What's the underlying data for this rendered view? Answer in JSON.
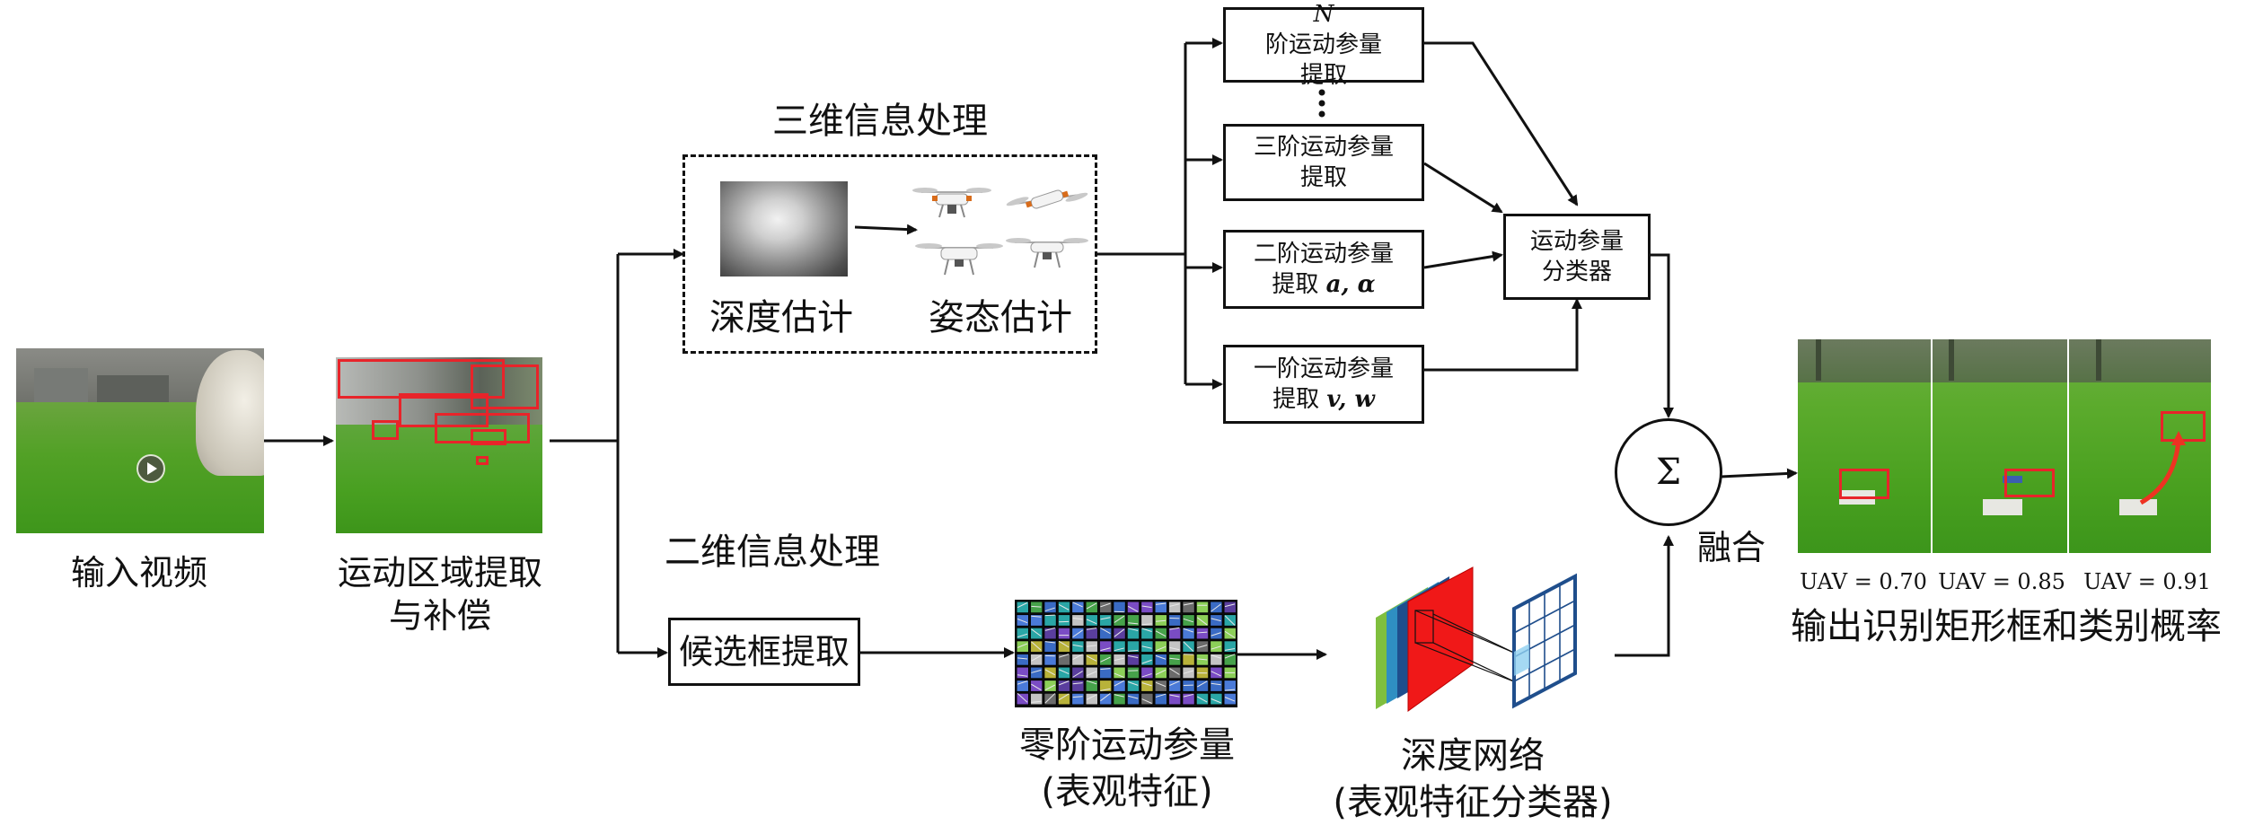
{
  "labels": {
    "input_video": "输入视频",
    "motion_region_line1": "运动区域提取",
    "motion_region_line2": "与补偿",
    "section_3d": "三维信息处理",
    "depth_estimation": "深度估计",
    "pose_estimation": "姿态估计",
    "section_2d": "二维信息处理",
    "candidate_box": "候选框提取",
    "zero_order_line1": "零阶运动参量",
    "zero_order_line2": "(表观特征)",
    "deep_net_line1": "深度网络",
    "deep_net_line2": "(表观特征分类器)",
    "fusion": "融合",
    "sigma": "Σ",
    "output": "输出识别矩形框和类别概率"
  },
  "motion_boxes": {
    "nth_var": "N",
    "nth_line1": " 阶运动参量",
    "nth_line2": "提取",
    "third_line1": "三阶运动参量",
    "third_line2": "提取",
    "second_line1": "二阶运动参量",
    "second_line2": "提取",
    "second_vars": "a, α",
    "first_line1": "一阶运动参量",
    "first_line2": "提取",
    "first_vars": "v, w",
    "classifier_line1": "运动参量",
    "classifier_line2": "分类器"
  },
  "scores": [
    "UAV = 0.70",
    "UAV = 0.85",
    "UAV = 0.91"
  ],
  "colors": {
    "line": "#111111",
    "detection_box": "#e8242a",
    "trajectory": "#ee3322",
    "grass": "#4aa020",
    "cnn_red": "#f01818",
    "cnn_blue": "#1f4e8c"
  },
  "icons": {
    "play": "play-icon",
    "drone": "drone-icon",
    "ellipsis": "vertical-ellipsis-icon"
  }
}
